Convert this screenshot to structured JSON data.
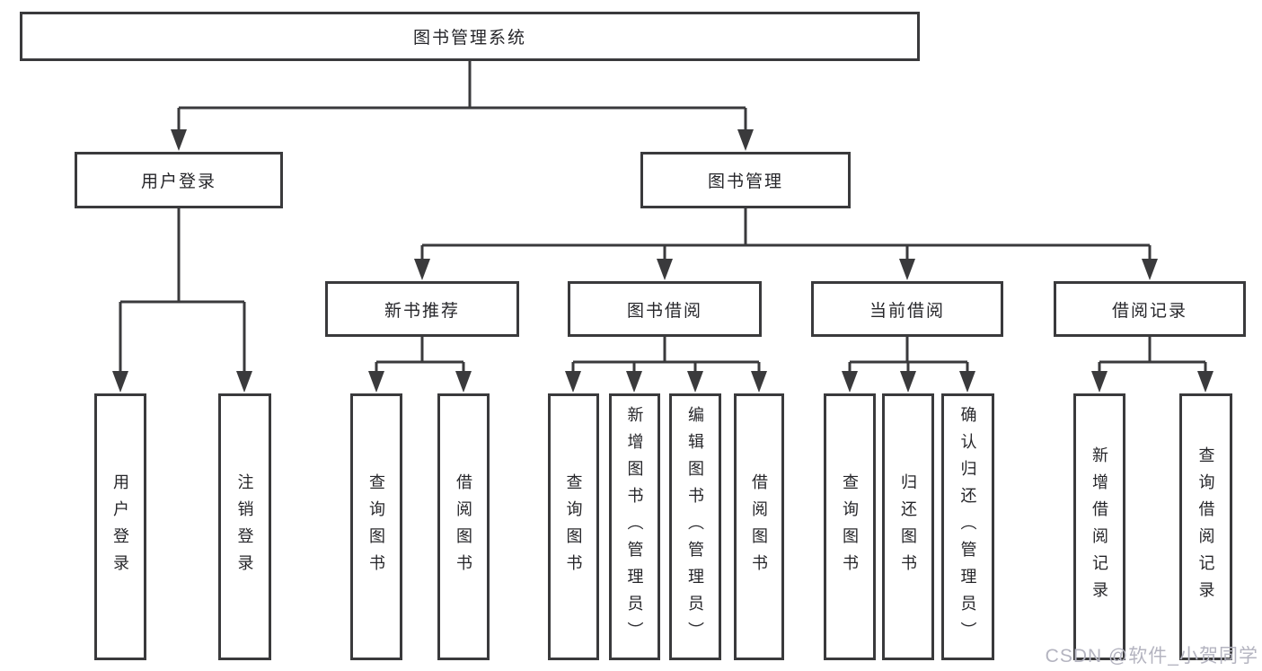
{
  "diagram": {
    "root": {
      "label": "图书管理系统",
      "children": [
        {
          "label": "用户登录",
          "children": [
            {
              "label": "用户登录"
            },
            {
              "label": "注销登录"
            }
          ]
        },
        {
          "label": "图书管理",
          "children": [
            {
              "label": "新书推荐",
              "children": [
                {
                  "label": "查询图书"
                },
                {
                  "label": "借阅图书"
                }
              ]
            },
            {
              "label": "图书借阅",
              "children": [
                {
                  "label": "查询图书"
                },
                {
                  "label": "新增图书（管理员）"
                },
                {
                  "label": "编辑图书（管理员）"
                },
                {
                  "label": "借阅图书"
                }
              ]
            },
            {
              "label": "当前借阅",
              "children": [
                {
                  "label": "查询图书"
                },
                {
                  "label": "归还图书"
                },
                {
                  "label": "确认归还（管理员）"
                }
              ]
            },
            {
              "label": "借阅记录",
              "children": [
                {
                  "label": "新增借阅记录"
                },
                {
                  "label": "查询借阅记录"
                }
              ]
            }
          ]
        }
      ]
    }
  },
  "watermark": {
    "text": "CSDN @软件_小贺同学"
  },
  "colors": {
    "line": "#3a3a3c",
    "text": "#26262a",
    "watermark": "#b4b4c0",
    "background": "#ffffff"
  }
}
